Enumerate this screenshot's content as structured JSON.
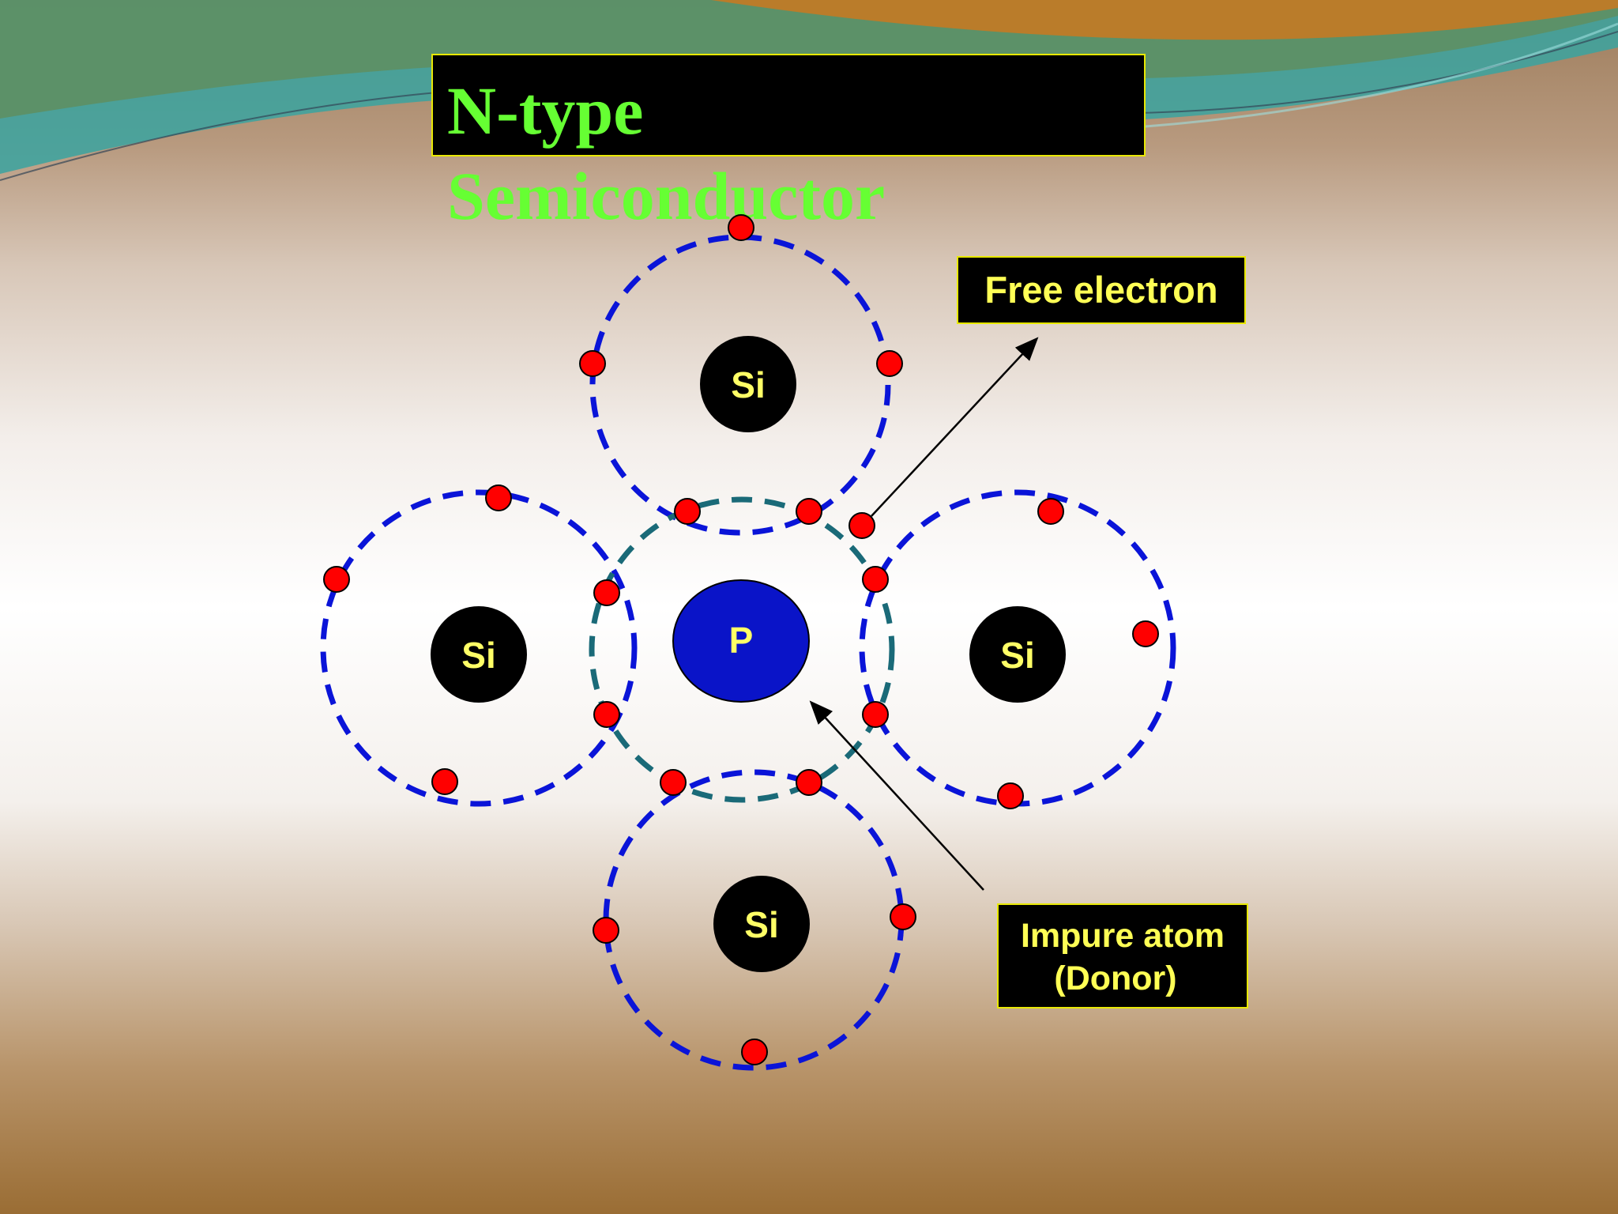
{
  "title": {
    "line1": "N-type",
    "line2": "Semiconductor"
  },
  "labels": {
    "free_electron": "Free electron",
    "impure_atom_line1": "Impure atom",
    "impure_atom_line2": "(Donor)"
  },
  "atoms": {
    "si_top": "Si",
    "si_left": "Si",
    "si_right": "Si",
    "si_bottom": "Si",
    "center": "P"
  },
  "colors": {
    "title_text": "#66ff33",
    "label_text": "#ffff55",
    "label_border": "#e8e800",
    "orbit_si": "#0a14d8",
    "orbit_p": "#1a6a78",
    "electron": "#ff0000",
    "nucleus_si": "#000000",
    "nucleus_p": "#0a14c8"
  }
}
